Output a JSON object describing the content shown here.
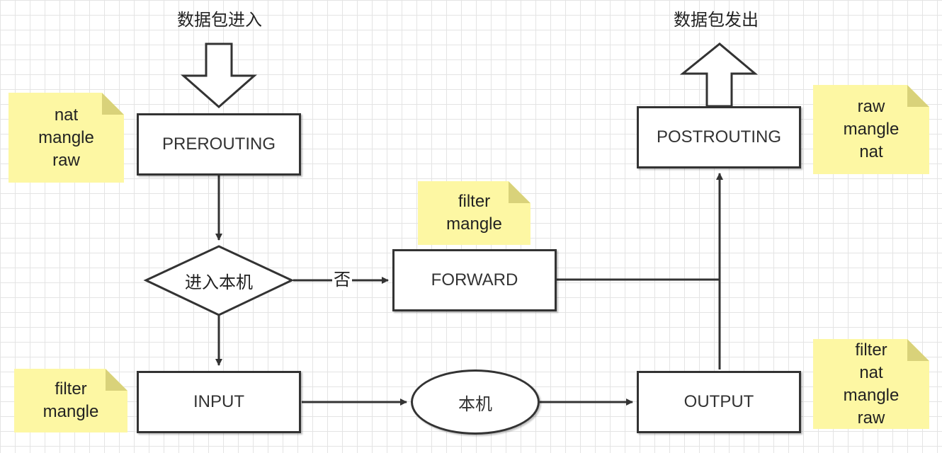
{
  "titles": {
    "input": "数据包进入",
    "output": "数据包发出"
  },
  "nodes": {
    "prerouting": "PREROUTING",
    "forward": "FORWARD",
    "postrouting": "POSTROUTING",
    "input": "INPUT",
    "output": "OUTPUT",
    "local_host": "本机"
  },
  "decision": {
    "label": "进入本机",
    "no_label": "否"
  },
  "notes": {
    "prerouting": [
      "nat",
      "mangle",
      "raw"
    ],
    "forward": [
      "filter",
      "mangle"
    ],
    "postrouting": [
      "raw",
      "mangle",
      "nat"
    ],
    "input": [
      "filter",
      "mangle"
    ],
    "output": [
      "filter",
      "nat",
      "mangle",
      "raw"
    ]
  },
  "colors": {
    "note_fill": "#fdf7a3",
    "note_fold": "#d9d27a",
    "stroke": "#333333",
    "grid": "#e4e4e4"
  }
}
